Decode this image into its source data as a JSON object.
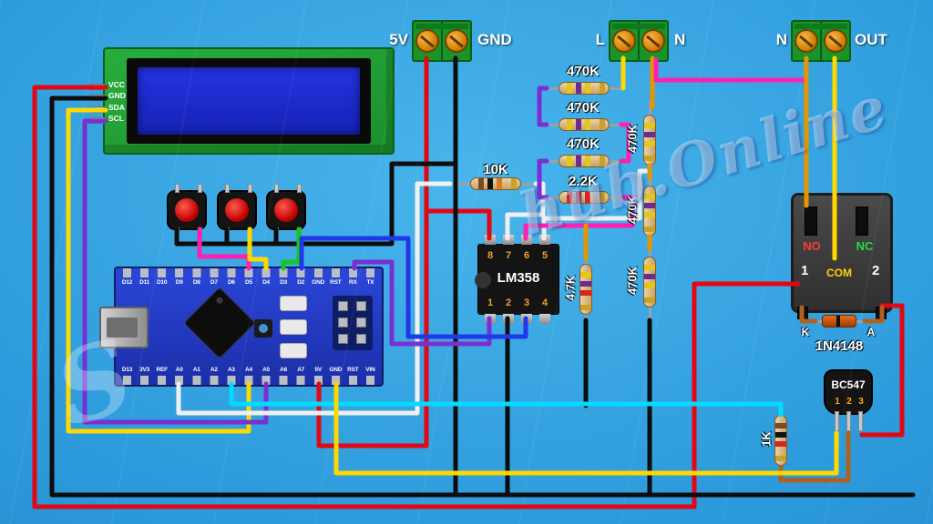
{
  "watermark": {
    "text": "hub.Online",
    "initial": "S"
  },
  "terminals": {
    "power": {
      "left_label": "5V",
      "right_label": "GND"
    },
    "mains_in": {
      "left_label": "L",
      "right_label": "N"
    },
    "mains_out": {
      "left_label": "N",
      "right_label": "OUT"
    }
  },
  "lcd": {
    "pins": [
      "VCC",
      "GND",
      "SDA",
      "SCL"
    ]
  },
  "nano": {
    "top_pins": [
      "D12",
      "D11",
      "D10",
      "D9",
      "D8",
      "D7",
      "D6",
      "D5",
      "D4",
      "D3",
      "D2",
      "GND",
      "RST",
      "RX",
      "TX"
    ],
    "bottom_pins": [
      "D13",
      "3V3",
      "REF",
      "A0",
      "A1",
      "A2",
      "A3",
      "A4",
      "A5",
      "A6",
      "A7",
      "5V",
      "GND",
      "RST",
      "VIN"
    ]
  },
  "lm358": {
    "label": "LM358",
    "top_pins": [
      "8",
      "7",
      "6",
      "5"
    ],
    "bottom_pins": [
      "1",
      "2",
      "3",
      "4"
    ]
  },
  "resistors": {
    "h10k": "10K",
    "h470k_a": "470K",
    "h470k_b": "470K",
    "h470k_c": "470K",
    "h2k2": "2.2K",
    "v470k_a": "470K",
    "v470k_b": "470K",
    "v470k_c": "470K",
    "v4k7": "4.7K",
    "v1k": "1K"
  },
  "relay": {
    "no": "NO",
    "nc": "NC",
    "com": "COM",
    "pin1": "1",
    "pin2": "2"
  },
  "diode": {
    "k": "K",
    "a": "A",
    "label": "1N4148"
  },
  "transistor": {
    "label": "BC547",
    "pins": [
      "1",
      "2",
      "3"
    ]
  },
  "colors": {
    "background": "#2b99da",
    "wire_red": "#e30613",
    "wire_black": "#0d0d0d",
    "wire_yellow": "#ffd800",
    "wire_white": "#f0f0f0",
    "wire_purple": "#7b2fd0",
    "wire_blue": "#2038e8",
    "wire_cyan": "#00dcff",
    "wire_magenta": "#ff1fb0",
    "wire_green": "#14c81e",
    "wire_orange": "#e69500",
    "wire_brown": "#b06020"
  }
}
